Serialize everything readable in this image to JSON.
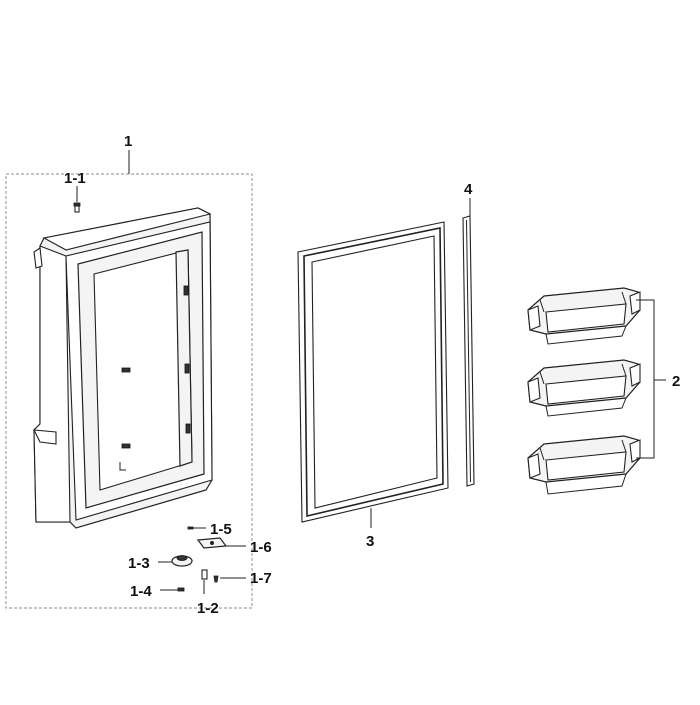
{
  "diagram": {
    "callouts": {
      "door_assembly": "1",
      "screw": "1-1",
      "pin": "1-2",
      "hinge_bushing": "1-3",
      "small_screw": "1-4",
      "washer": "1-5",
      "hinge_plate": "1-6",
      "bolt": "1-7",
      "door_guards": "2",
      "gasket": "3",
      "cap_strip": "4"
    }
  }
}
